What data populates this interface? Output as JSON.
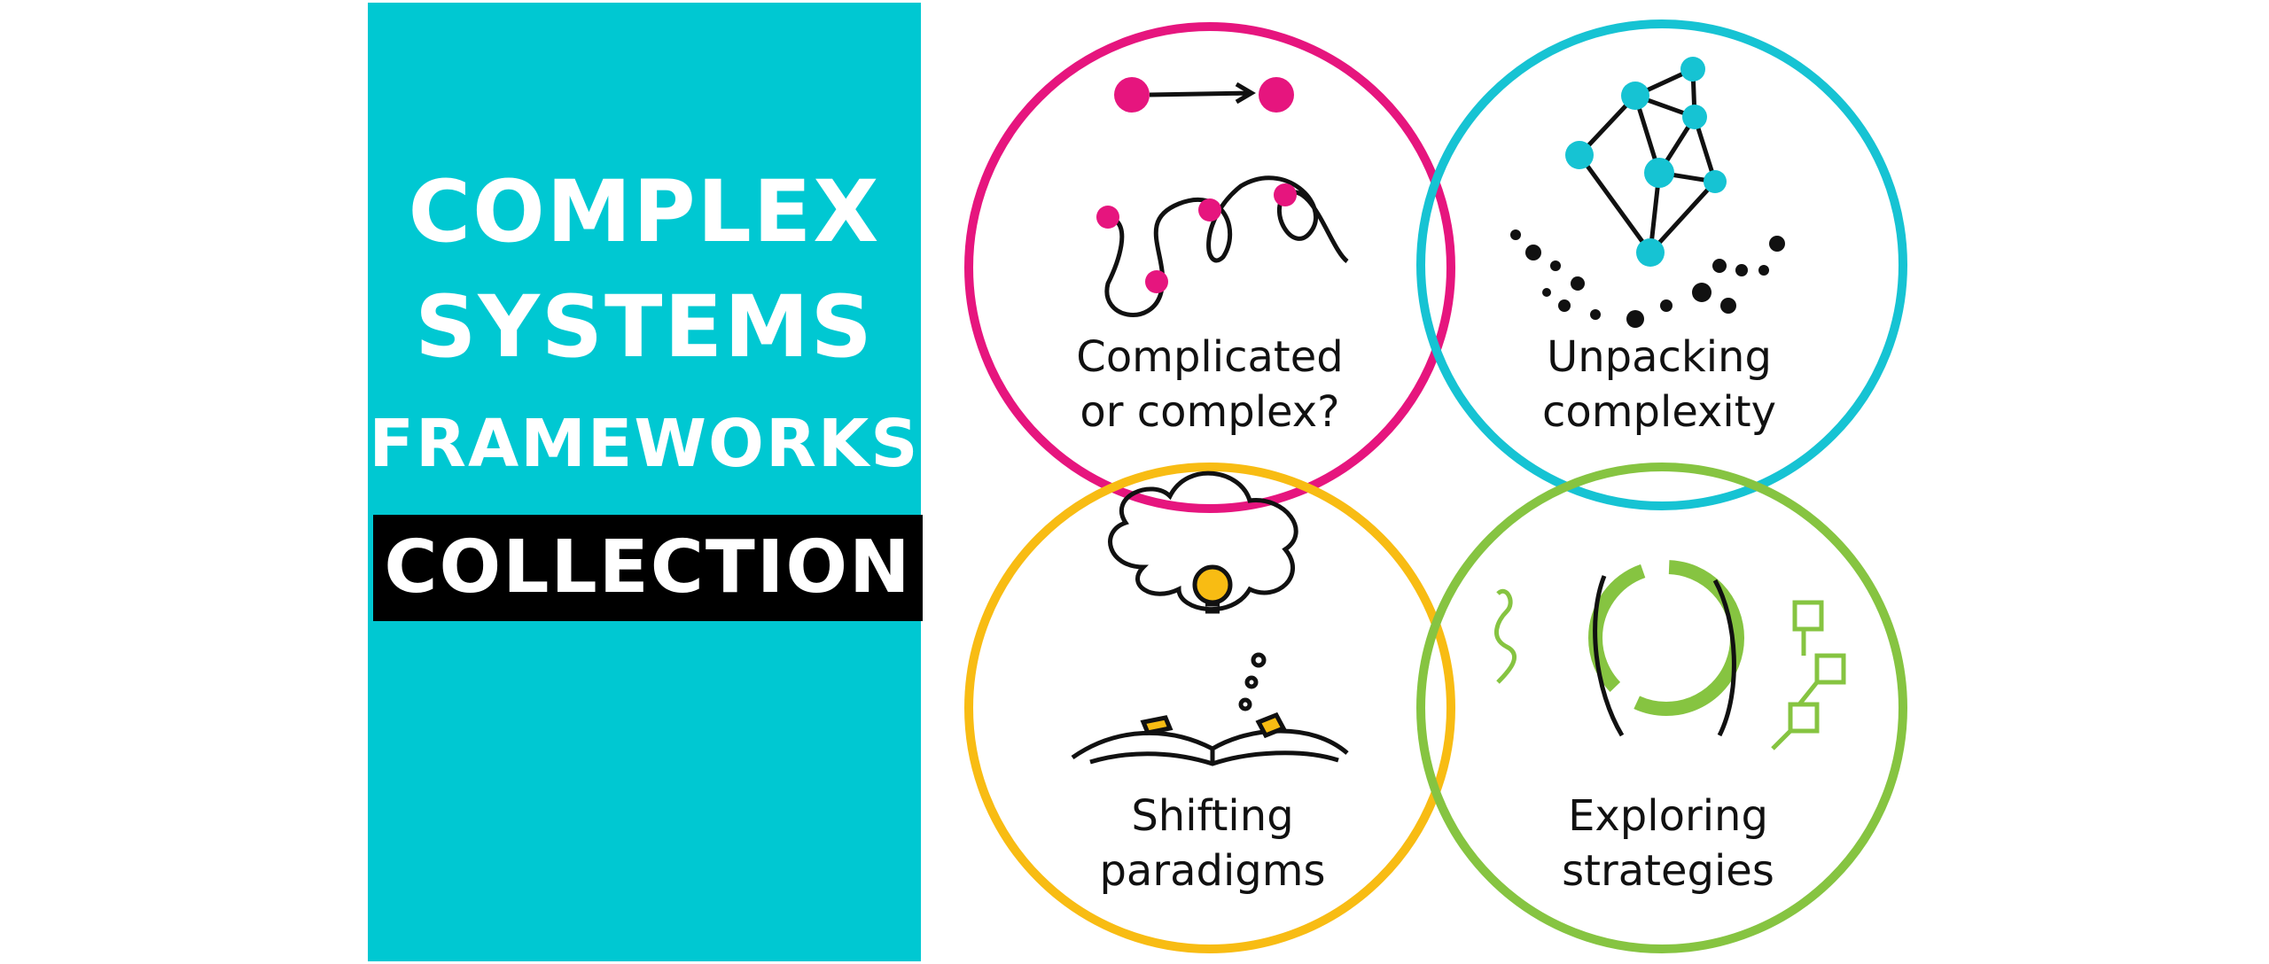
{
  "title": {
    "line1": "COMPLEX",
    "line2": "SYSTEMS",
    "line3": "FRAMEWORKS",
    "badge": "COLLECTION"
  },
  "circles": [
    {
      "label1": "Complicated",
      "label2": "or complex?",
      "color": "#e6157e",
      "icon": "tangled-path-icon"
    },
    {
      "label1": "Unpacking",
      "label2": "complexity",
      "color": "#16c3d3",
      "icon": "network-icon"
    },
    {
      "label1": "Shifting",
      "label2": "paradigms",
      "color": "#f8bc13",
      "icon": "book-lightbulb-icon"
    },
    {
      "label1": "Exploring",
      "label2": "strategies",
      "color": "#86c441",
      "icon": "hands-cycle-icon"
    }
  ],
  "colors": {
    "panel": "#00c8d2"
  }
}
